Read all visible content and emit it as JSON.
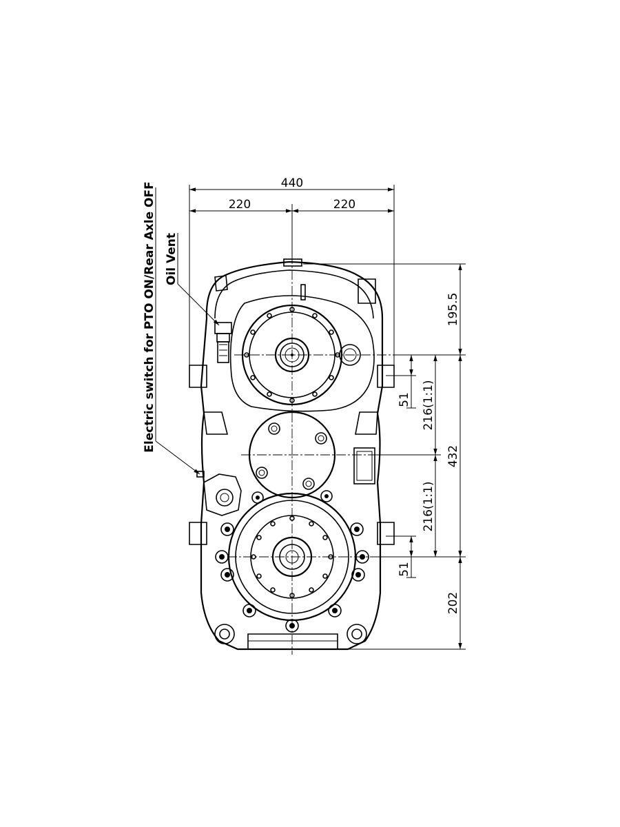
{
  "notes": {
    "electric_switch": "Electric switch for PTO ON/Rear Axle OFF",
    "oil_vent": "Oil Vent"
  },
  "dimensions": {
    "overall_width": "440",
    "half_width_left": "220",
    "half_width_right": "220",
    "top_to_upper_shaft": "195.5",
    "upper_offset": "51",
    "upper_to_mid": "216(1:1)",
    "shaft_spacing": "432",
    "mid_to_lower": "216(1:1)",
    "lower_offset": "51",
    "lower_shaft_to_bottom": "202"
  }
}
